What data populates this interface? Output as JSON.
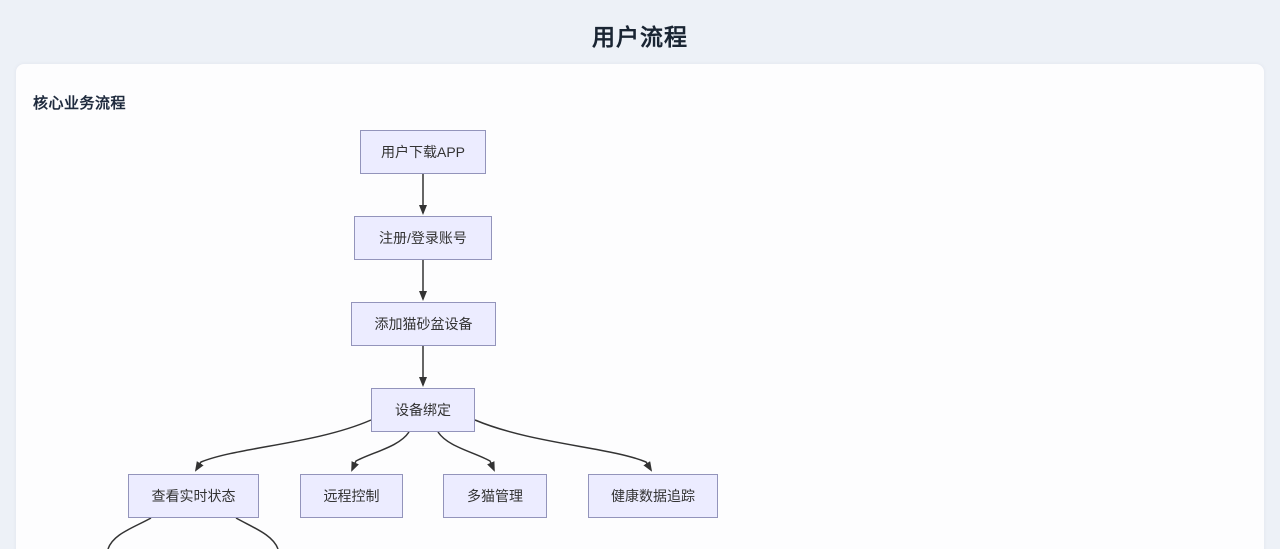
{
  "page": {
    "title": "用户流程",
    "background_color": "#edf1f7"
  },
  "card": {
    "heading": "核心业务流程",
    "background_color": "#fdfdfe"
  },
  "flowchart": {
    "style": {
      "node_fill": "#ececff",
      "node_border": "#9394bb",
      "node_text_color": "#333333",
      "edge_color": "#333333"
    },
    "nodes": [
      {
        "id": "download-app",
        "label": "用户下载APP"
      },
      {
        "id": "register-login",
        "label": "注册/登录账号"
      },
      {
        "id": "add-litterbox-device",
        "label": "添加猫砂盆设备"
      },
      {
        "id": "device-binding",
        "label": "设备绑定"
      },
      {
        "id": "view-realtime-status",
        "label": "查看实时状态"
      },
      {
        "id": "remote-control",
        "label": "远程控制"
      },
      {
        "id": "multi-cat-management",
        "label": "多猫管理"
      },
      {
        "id": "health-data-tracking",
        "label": "健康数据追踪"
      }
    ],
    "edges": [
      {
        "from": "用户下载APP",
        "to": "注册/登录账号"
      },
      {
        "from": "注册/登录账号",
        "to": "添加猫砂盆设备"
      },
      {
        "from": "添加猫砂盆设备",
        "to": "设备绑定"
      },
      {
        "from": "设备绑定",
        "to": "查看实时状态"
      },
      {
        "from": "设备绑定",
        "to": "远程控制"
      },
      {
        "from": "设备绑定",
        "to": "多猫管理"
      },
      {
        "from": "设备绑定",
        "to": "健康数据追踪"
      },
      {
        "from": "查看实时状态",
        "to": "",
        "truncated_offscreen": true
      },
      {
        "from": "查看实时状态",
        "to": "",
        "truncated_offscreen": true
      }
    ]
  }
}
